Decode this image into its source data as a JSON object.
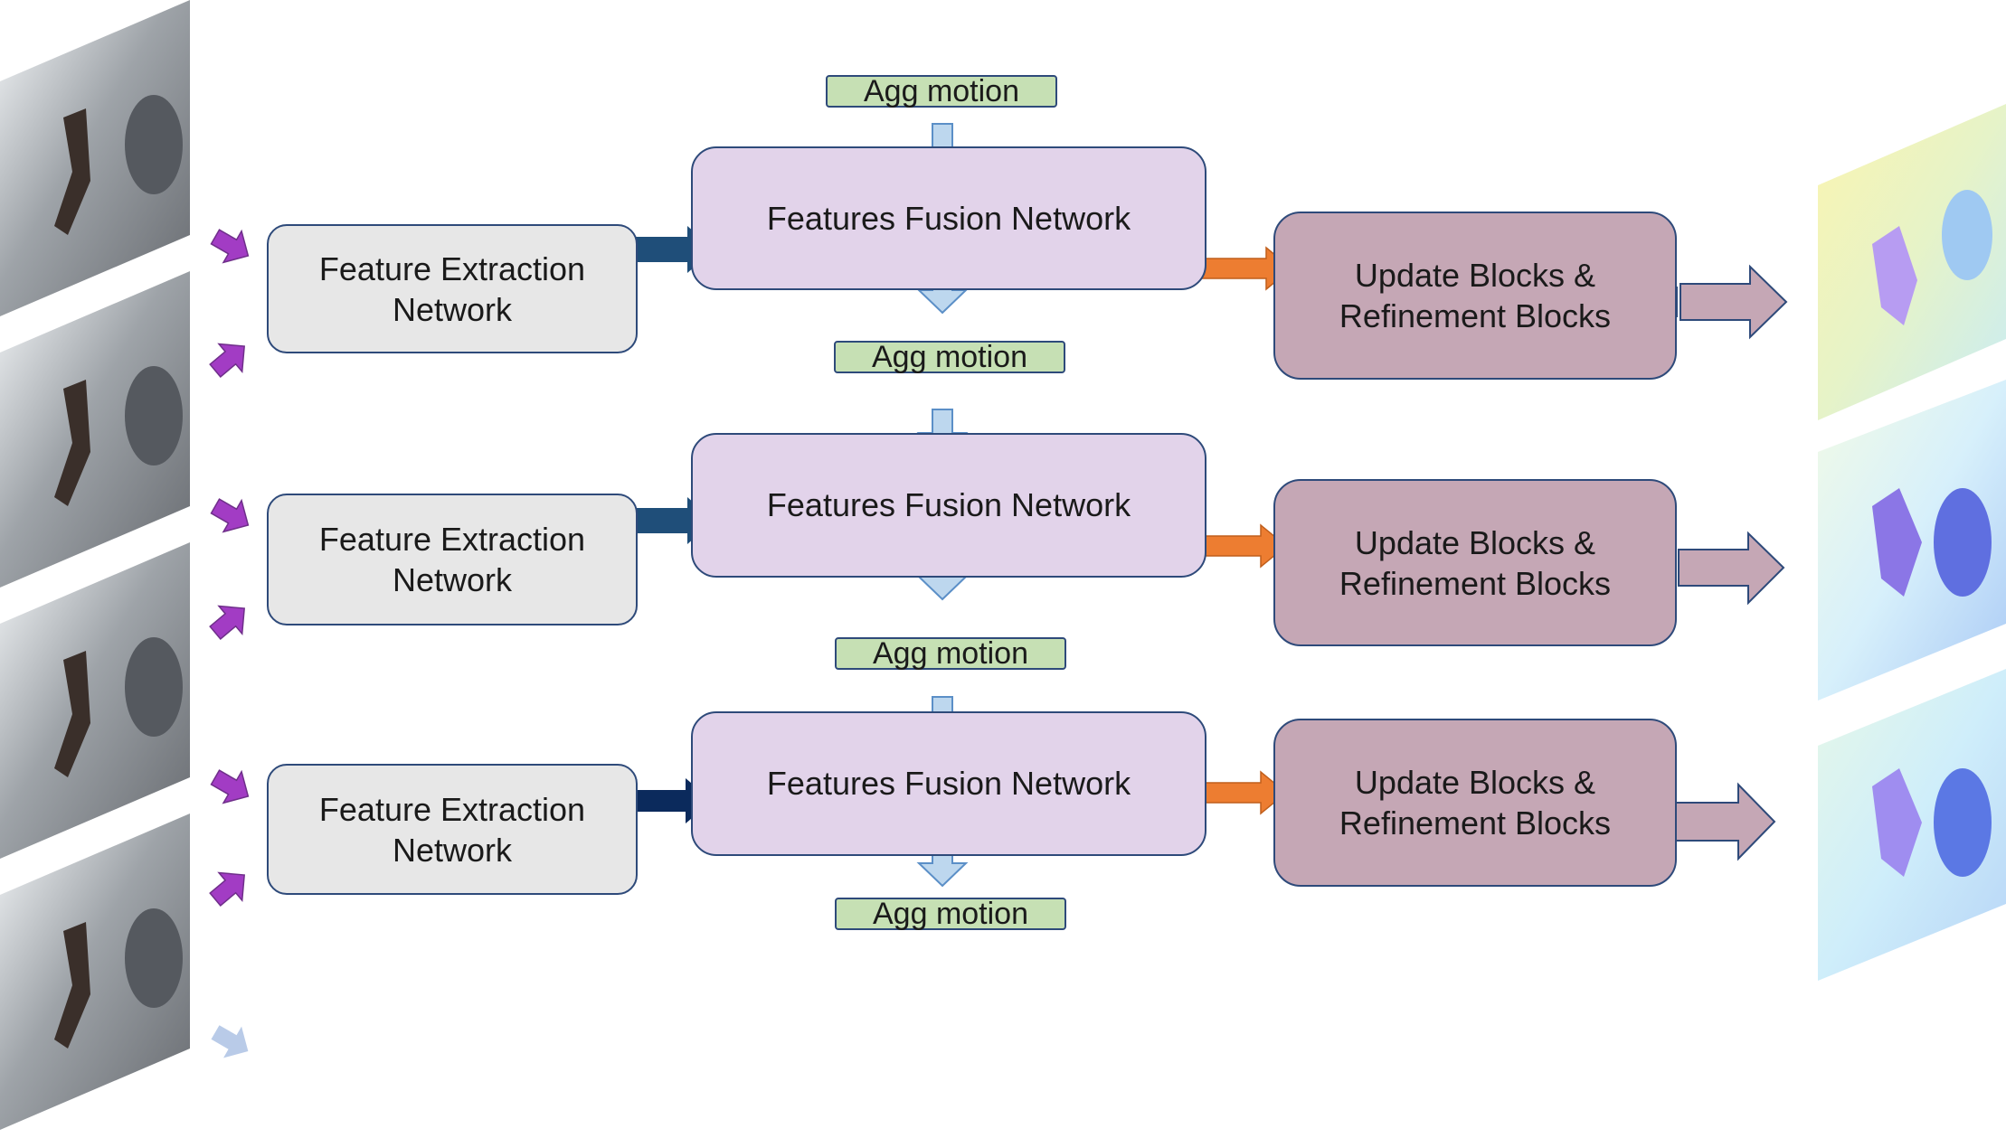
{
  "rows": [
    {
      "feature_extraction": [
        "Feature Extraction",
        "Network"
      ],
      "fusion": "Features Fusion Network",
      "update": [
        "Update Blocks &",
        "Refinement Blocks"
      ],
      "agg_above": "Agg motion",
      "agg_below": "Agg motion"
    },
    {
      "feature_extraction": [
        "Feature Extraction",
        "Network"
      ],
      "fusion": "Features Fusion Network",
      "update": [
        "Update Blocks &",
        "Refinement Blocks"
      ],
      "agg_below": "Agg motion"
    },
    {
      "feature_extraction": [
        "Feature Extraction",
        "Network"
      ],
      "fusion": "Features Fusion Network",
      "update": [
        "Update Blocks &",
        "Refinement Blocks"
      ],
      "agg_below": "Agg motion"
    }
  ],
  "input_frames": 4,
  "output_flows": 3,
  "colors": {
    "feature_box": "#e7e7e7",
    "fusion_box": "#e2d3ea",
    "update_box": "#c5a7b5",
    "agg_label": "#c6e0b4",
    "border": "#2e4a7a",
    "input_arrow": "#a23cc4",
    "input_arrow_faded": "#b9cbe8",
    "fe_to_fusion_arrow": "#1f4e79",
    "fusion_to_update_arrow": "#ed7d31",
    "agg_arrow": "#bdd7ee",
    "output_arrow": "#c5a7b5"
  }
}
